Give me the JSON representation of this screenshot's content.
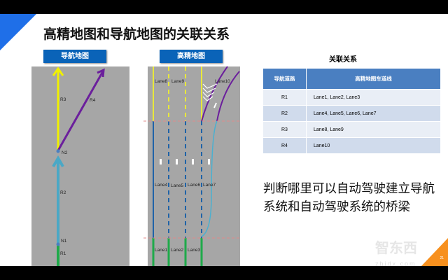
{
  "title": "高精地图和导航地图的关联关系",
  "nav_map": {
    "label": "导航地图",
    "roads": [
      "R1",
      "R2",
      "R3",
      "R4"
    ],
    "nodes": [
      "N1",
      "N2"
    ]
  },
  "hd_map": {
    "label": "高精地图",
    "lanes": [
      "Lane1",
      "Lane2",
      "Lane3",
      "Lane4",
      "Lane5",
      "Lane6",
      "Lane7",
      "Lane8",
      "Lane9",
      "Lane10"
    ]
  },
  "table": {
    "caption": "关联关系",
    "headers": [
      "导航道路",
      "高精地图车道线"
    ],
    "rows": [
      [
        "R1",
        "Lane1, Lane2, Lane3"
      ],
      [
        "R2",
        "Lane4, Lane5, Lane6, Lane7"
      ],
      [
        "R3",
        "Lane8, Lane9"
      ],
      [
        "R4",
        "Lane10"
      ]
    ]
  },
  "summary": "判断哪里可以自动驾驶建立导航系统和自动驾驶系统的桥梁",
  "logo": "智东西",
  "logo_url": "zhidx.com",
  "page_number": "21",
  "colors": {
    "accent": "#1f6fe8",
    "tag": "#0a63b8",
    "road": "#a6a6a6",
    "page_corner": "#f7901e"
  }
}
